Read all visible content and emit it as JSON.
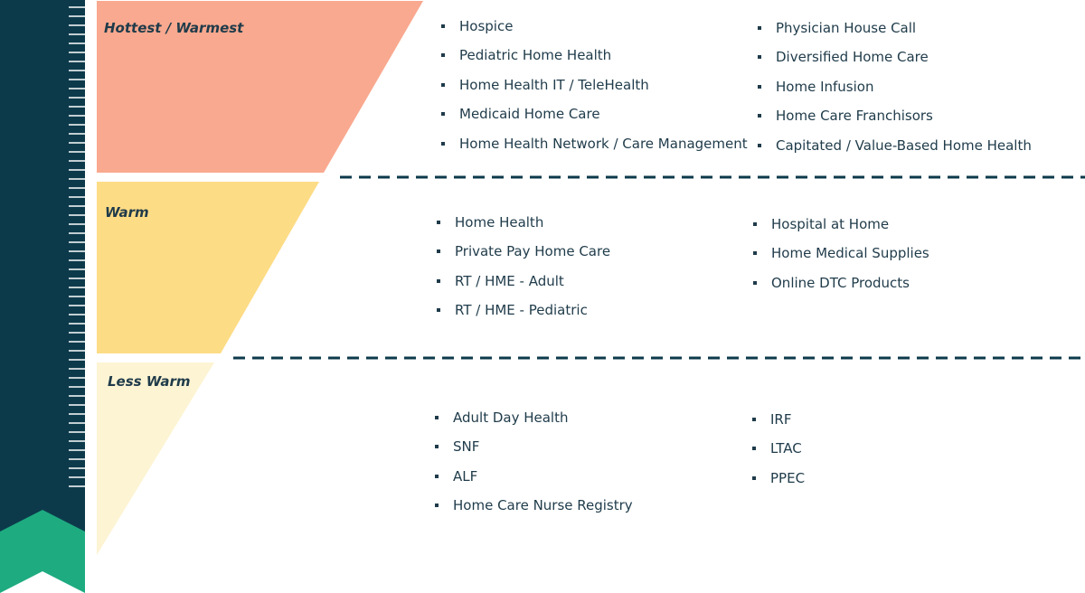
{
  "colors": {
    "thermometer": "#0c3a4b",
    "arrow_green": "#1eab80",
    "hottest": "#f9a98f",
    "warm": "#fddc86",
    "less_warm": "#fdf4d3",
    "divider": "#0c3a4b",
    "text": "#1f3b4a"
  },
  "tiers": [
    {
      "label": "Hottest / Warmest",
      "column_1": [
        "Hospice",
        "Pediatric Home Health",
        "Home Health IT / TeleHealth",
        "Medicaid Home Care",
        "Home Health Network / Care Management"
      ],
      "column_2": [
        "Physician House Call",
        "Diversified Home Care",
        "Home Infusion",
        "Home Care Franchisors",
        "Capitated / Value-Based Home Health"
      ]
    },
    {
      "label": "Warm",
      "column_1": [
        "Home Health",
        "Private Pay Home Care",
        "RT / HME - Adult",
        "RT / HME - Pediatric"
      ],
      "column_2": [
        "Hospital at Home",
        "Home Medical Supplies",
        "Online DTC Products"
      ]
    },
    {
      "label": "Less Warm",
      "column_1": [
        "Adult Day Health",
        "SNF",
        "ALF",
        "Home Care Nurse Registry"
      ],
      "column_2": [
        "IRF",
        "LTAC",
        "PPEC"
      ]
    }
  ]
}
